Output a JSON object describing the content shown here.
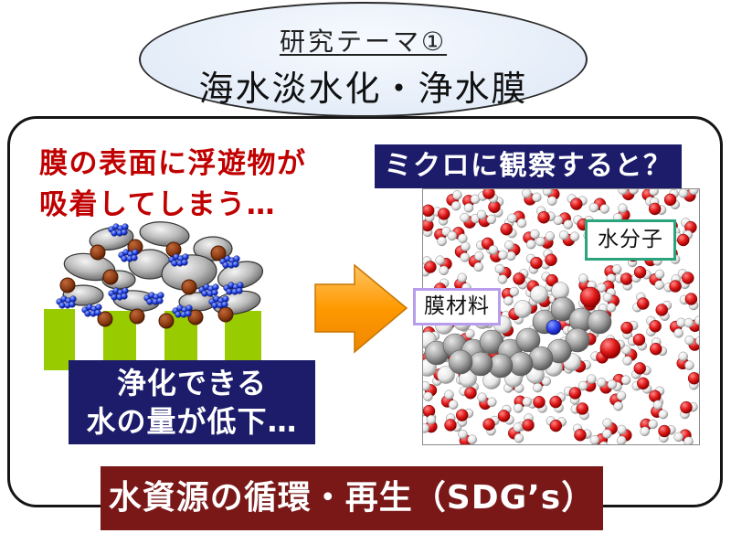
{
  "theme": {
    "label": "研究テーマ①",
    "title": "海水淡水化・浄水膜"
  },
  "problem": {
    "caption_line1": "膜の表面に浮遊物が",
    "caption_line2": "吸着してしまう…",
    "result_line1": "浄化できる",
    "result_line2": "水の量が低下…"
  },
  "micro": {
    "heading": "ミクロに観察すると？",
    "water_label": "水分子",
    "membrane_label": "膜材料"
  },
  "footer": {
    "banner": "水資源の循環・再生（SDG’s）"
  },
  "colors": {
    "theme_oval": "#dce7f5",
    "caption_red": "#c00000",
    "navy": "#1c1c6b",
    "arrow": "#ff9900",
    "pillar_green": "#99cc00",
    "water_tag_border": "#2ba37c",
    "membrane_tag_border": "#b89ded",
    "banner": "#7a1818"
  }
}
